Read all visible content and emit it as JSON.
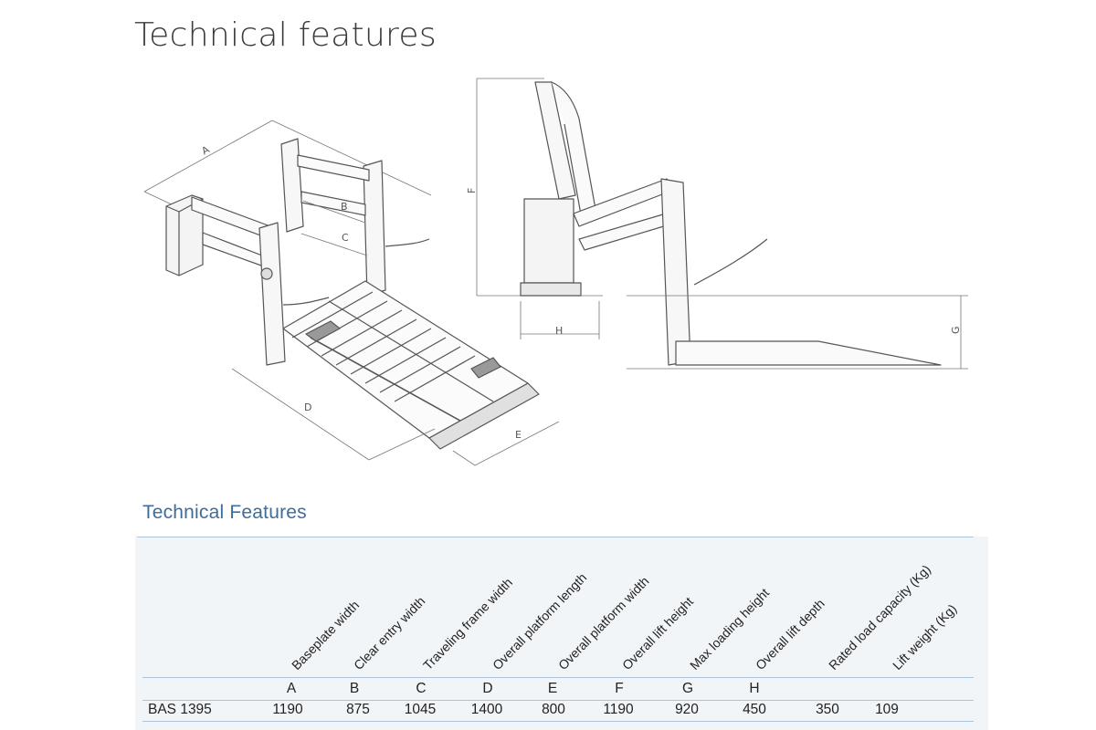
{
  "page_title": "Technical features",
  "drawing": {
    "labels": {
      "A": "A",
      "B": "B",
      "C": "C",
      "D": "D",
      "E": "E",
      "F": "F",
      "G": "G",
      "H": "H"
    }
  },
  "table": {
    "title": "Technical Features",
    "columns": [
      {
        "header": "Baseplate width",
        "letter": "A"
      },
      {
        "header": "Clear entry width",
        "letter": "B"
      },
      {
        "header": "Traveling frame width",
        "letter": "C"
      },
      {
        "header": "Overall platform length",
        "letter": "D"
      },
      {
        "header": "Overall platform width",
        "letter": "E"
      },
      {
        "header": "Overall lift height",
        "letter": "F"
      },
      {
        "header": "Max loading height",
        "letter": "G"
      },
      {
        "header": "Overall lift depth",
        "letter": "H"
      },
      {
        "header": "Rated load capacity (Kg)",
        "letter": ""
      },
      {
        "header": "Lift weight (Kg)",
        "letter": ""
      }
    ],
    "rows": [
      {
        "model": "BAS 1395",
        "values": [
          "1190",
          "875",
          "1045",
          "1400",
          "800",
          "1190",
          "920",
          "450",
          "350",
          "109"
        ]
      }
    ]
  }
}
